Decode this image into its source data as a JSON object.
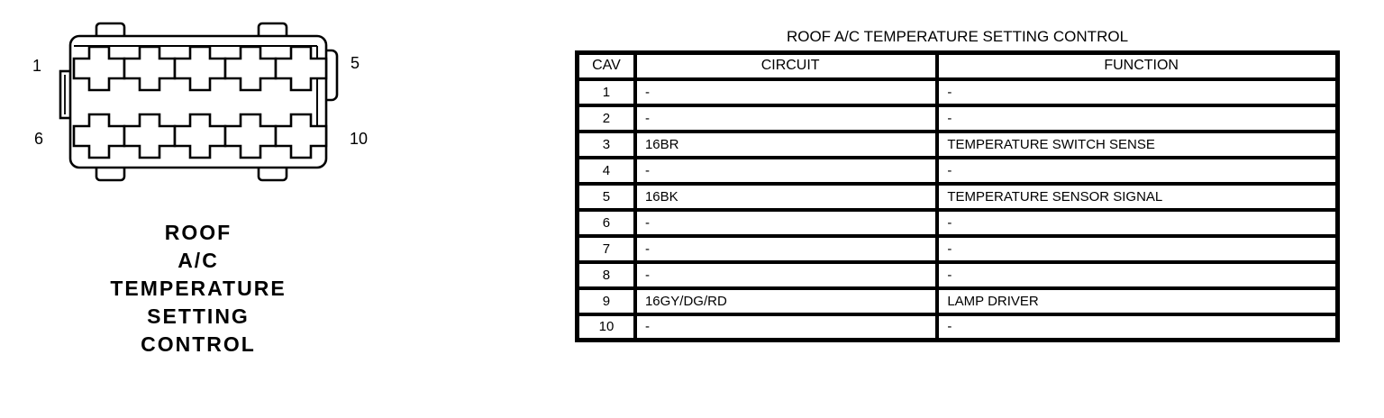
{
  "connector": {
    "pin_labels": {
      "top_left": "1",
      "top_right": "5",
      "bottom_left": "6",
      "bottom_right": "10"
    },
    "caption_lines": [
      "ROOF",
      "A/C",
      "TEMPERATURE",
      "SETTING",
      "CONTROL"
    ]
  },
  "table": {
    "title": "ROOF A/C TEMPERATURE SETTING CONTROL",
    "columns": [
      "CAV",
      "CIRCUIT",
      "FUNCTION"
    ],
    "rows": [
      [
        "1",
        "-",
        "-"
      ],
      [
        "2",
        "-",
        "-"
      ],
      [
        "3",
        "16BR",
        "TEMPERATURE SWITCH SENSE"
      ],
      [
        "4",
        "-",
        "-"
      ],
      [
        "5",
        "16BK",
        "TEMPERATURE SENSOR SIGNAL"
      ],
      [
        "6",
        "-",
        "-"
      ],
      [
        "7",
        "-",
        "-"
      ],
      [
        "8",
        "-",
        "-"
      ],
      [
        "9",
        "16GY/DG/RD",
        "LAMP DRIVER"
      ],
      [
        "10",
        "-",
        "-"
      ]
    ]
  },
  "colors": {
    "line": "#000000",
    "background": "#ffffff"
  }
}
